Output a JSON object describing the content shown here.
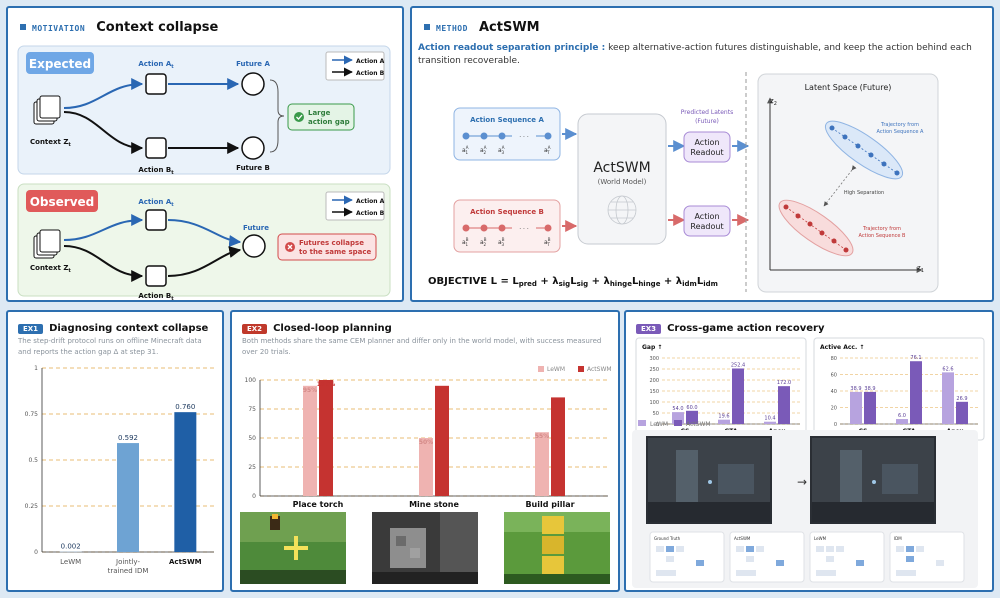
{
  "motivation": {
    "tag": "MOTIVATION",
    "title": "Context collapse",
    "expected": {
      "badge": "Expected",
      "action_a": "Action A",
      "action_b": "Action B",
      "future_a": "Future A",
      "future_b": "Future B",
      "context": "Context Z",
      "legend_a": "Action A",
      "legend_b": "Action B",
      "result": "Large action gap",
      "result_line1": "Large",
      "result_line2": "action gap"
    },
    "observed": {
      "badge": "Observed",
      "action_a": "Action A",
      "action_b": "Action B",
      "future": "Future",
      "context": "Context Z",
      "legend_a": "Action A",
      "legend_b": "Action B",
      "result_line1": "Futures collapse",
      "result_line2": "to the same space"
    },
    "subscript_t": "t"
  },
  "method": {
    "tag": "METHOD",
    "title": "ActSWM",
    "principle_label": "Action readout separation principle :",
    "principle_text": " keep alternative-action futures distinguishable, and keep the action behind each transition recoverable.",
    "seq_a_label": "Action Sequence A",
    "seq_b_label": "Action Sequence B",
    "seq_a_tokens": [
      "a",
      "a",
      "a",
      "a"
    ],
    "seq_b_tokens": [
      "a",
      "a",
      "a",
      "a"
    ],
    "token_subs": [
      "1",
      "2",
      "3",
      "T"
    ],
    "token_sup_a": "A",
    "token_sup_b": "B",
    "ellipsis": "· · ·",
    "model_name": "ActSWM",
    "model_sub": "(World Model)",
    "predicted_latents": "Predicted Latents",
    "predicted_latents_sub": "(Future)",
    "readout_line1": "Action",
    "readout_line2": "Readout",
    "latent_title": "Latent Space (Future)",
    "axis_y": "z",
    "axis_y_sub": "2",
    "axis_x": "z",
    "axis_x_sub": "1",
    "traj_a_line1": "Trajectory from",
    "traj_a_line2": "Action Sequence A",
    "traj_b_line1": "Trajectory from",
    "traj_b_line2": "Action Sequence B",
    "high_sep": "High Separation",
    "objective": "OBJECTIVE L = L",
    "objective_terms": [
      {
        "coef": " + λ",
        "cs": "sig",
        "l": "L",
        "ls": "sig"
      },
      {
        "coef": " + λ",
        "cs": "hinge",
        "l": "L",
        "ls": "hinge"
      },
      {
        "coef": " + λ",
        "cs": "idm",
        "l": "L",
        "ls": "idm"
      }
    ],
    "objective_pred": "pred"
  },
  "ex1": {
    "pill": "EX1",
    "title": "Diagnosing context collapse",
    "note": "The step-drift protocol runs on offline Minecraft data and reports the action gap Δ at step 31.",
    "chart_data": {
      "type": "bar",
      "categories": [
        "LeWM",
        "Jointly-trained IDM",
        "ActSWM"
      ],
      "category_lines": [
        [
          "LeWM"
        ],
        [
          "Jointly-",
          "trained IDM"
        ],
        [
          "ActSWM"
        ]
      ],
      "values": [
        0.002,
        0.592,
        0.76
      ],
      "value_labels": [
        "0.002",
        "0.592",
        "0.760"
      ],
      "ylim": [
        0,
        1
      ],
      "yticks": [
        0,
        0.25,
        0.5,
        0.75,
        1
      ],
      "ytick_labels": [
        "0",
        "0.25",
        "0.5",
        "0.75",
        "1"
      ],
      "colors": [
        "#b9d3ea",
        "#6ea3d3",
        "#1f5fa6"
      ]
    }
  },
  "ex2": {
    "pill": "EX2",
    "title": "Closed-loop planning",
    "note": "Both methods share the same CEM planner and differ only in the world model, with success measured over 20 trials.",
    "chart_data": {
      "type": "bar",
      "categories": [
        "Place torch",
        "Mine stone",
        "Build pillar"
      ],
      "series": [
        {
          "name": "LeWM",
          "values": [
            95,
            50,
            55
          ],
          "labels": [
            "95%",
            "50%",
            "55%"
          ],
          "color": "#efb3b1"
        },
        {
          "name": "ActSWM",
          "values": [
            100,
            95,
            85
          ],
          "labels": [
            "100%",
            "95%",
            "85%"
          ],
          "color": "#c53330"
        }
      ],
      "ylim": [
        0,
        100
      ],
      "yticks": [
        0,
        25,
        50,
        75,
        100
      ],
      "ytick_labels": [
        "0",
        "25",
        "50",
        "75",
        "100"
      ]
    }
  },
  "ex3": {
    "pill": "EX3",
    "title": "Cross-game action recovery",
    "chart_data": [
      {
        "type": "bar",
        "title": "Gap ↑",
        "categories": [
          "CS",
          "GTA",
          "Apex"
        ],
        "series": [
          {
            "name": "LeWM",
            "values": [
              54.0,
              19.6,
              10.4
            ],
            "labels": [
              "54.0",
              "19.6",
              "10.4"
            ]
          },
          {
            "name": "ActSWM",
            "values": [
              60.0,
              252.4,
              172.0
            ],
            "labels": [
              "60.0",
              "252.4",
              "172.0"
            ]
          }
        ],
        "ylim": [
          0,
          300
        ],
        "yticks": [
          0,
          50,
          100,
          150,
          200,
          250,
          300
        ],
        "ytick_labels": [
          "0",
          "50",
          "100",
          "150",
          "200",
          "250",
          "300"
        ]
      },
      {
        "type": "bar",
        "title": "Active Acc. ↑",
        "categories": [
          "CS",
          "GTA",
          "Apex"
        ],
        "series": [
          {
            "name": "LeWM",
            "values": [
              38.9,
              6.0,
              62.6
            ],
            "labels": [
              "38.9",
              "6.0",
              "62.6"
            ]
          },
          {
            "name": "ActSWM",
            "values": [
              38.9,
              76.1,
              26.9
            ],
            "labels": [
              "38.9",
              "76.1",
              "26.9"
            ]
          }
        ],
        "ylim": [
          0,
          80
        ],
        "yticks": [
          0,
          20,
          40,
          60,
          80
        ],
        "ytick_labels": [
          "0",
          "20",
          "40",
          "60",
          "80"
        ]
      }
    ],
    "legend": [
      "LeWM",
      "ActSWM"
    ],
    "arrow": "→",
    "gamepad_labels": [
      "Ground Truth",
      "ActSWM",
      "LeWM",
      "IDM"
    ]
  },
  "colors": {
    "frame": "#2d6fb0",
    "expected_badge": "#6fa7e6",
    "observed_badge": "#e05a5a",
    "action_a": "#2a67b3",
    "good": "#3a9a4a",
    "bad": "#d24b4b",
    "ex2_pill": "#c0392b",
    "ex3_purple": "#7a5ab8"
  }
}
